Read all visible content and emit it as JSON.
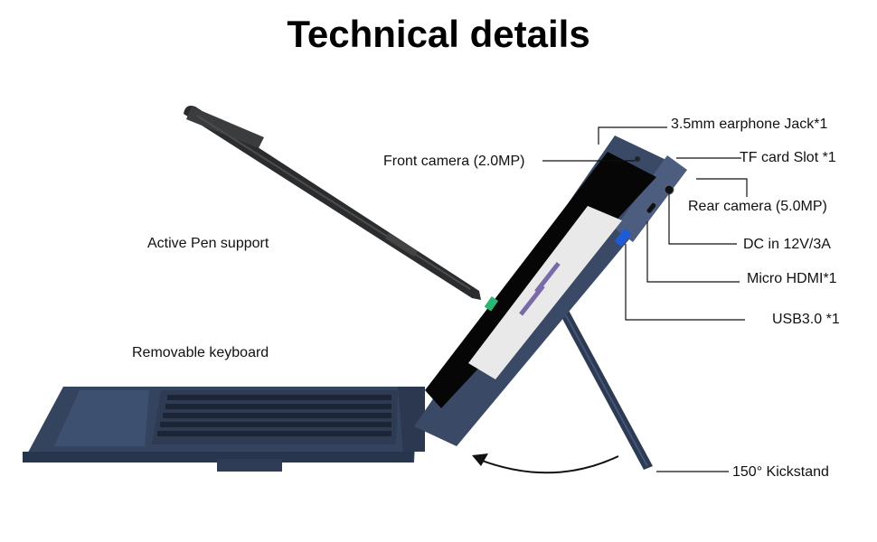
{
  "title": "Technical details",
  "features": {
    "pen": "Active Pen support",
    "keyboard": "Removable keyboard"
  },
  "callouts": {
    "earphone": "3.5mm earphone Jack*1",
    "front_camera": "Front camera (2.0MP)",
    "tf_card": "TF card Slot *1",
    "rear_camera": "Rear camera (5.0MP)",
    "dc_in": "DC in 12V/3A",
    "micro_hdmi": "Micro HDMI*1",
    "usb": "USB3.0 *1",
    "kickstand": "150°  Kickstand"
  },
  "colors": {
    "device": "#3a4a66",
    "screen": "#0b0b0b",
    "pen": "#2a2c2e",
    "usb_port": "#1e5bd6"
  }
}
